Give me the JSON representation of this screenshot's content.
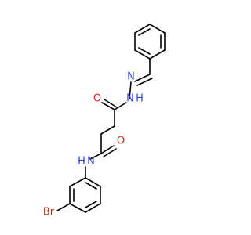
{
  "colors": {
    "background": "#ffffff",
    "bond": "#000000",
    "oxygen": "#e02020",
    "nitrogen": "#3040e0",
    "bromine": "#a03020"
  },
  "atoms": {
    "hydrazone_n1": "N",
    "hydrazone_n2": "N",
    "hydrazide_nh": "H",
    "ketone_o_upper": "O",
    "ketone_o_lower": "O",
    "amide_n": "N",
    "amide_h": "H",
    "bromine": "Br"
  }
}
